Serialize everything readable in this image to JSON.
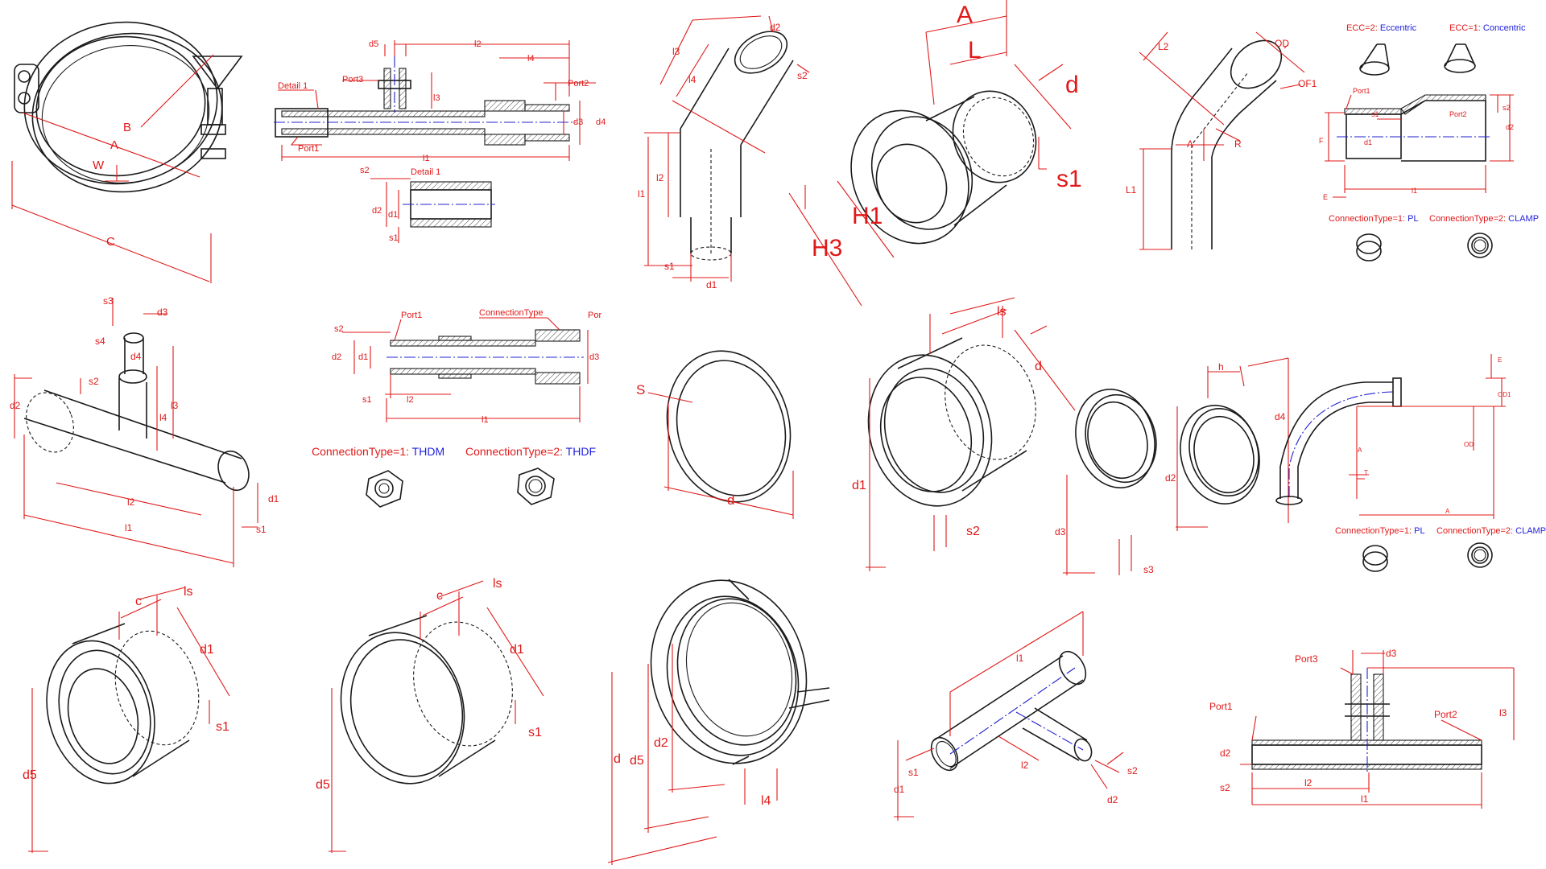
{
  "colors": {
    "line": "#1a1a1a",
    "dimension": "#e01818",
    "value": "#1e1ee0",
    "background": "#ffffff"
  },
  "clamp": {
    "B": "B",
    "A": "A",
    "W": "W",
    "C": "C"
  },
  "pipe_detail": {
    "l2": "l2",
    "d5": "d5",
    "l4": "l4",
    "port3": "Port3",
    "detail1": "Detail 1",
    "port2": "Port2",
    "l3": "l3",
    "d3": "d3",
    "d4": "d4",
    "port1": "Port1",
    "l1": "l1",
    "s2": "s2",
    "detail1_b": "Detail 1",
    "d2": "d2",
    "d1": "d1",
    "s1": "s1"
  },
  "bend_pipe": {
    "d2": "d2",
    "l3": "l3",
    "l4": "l4",
    "s2": "s2",
    "l1": "l1",
    "l2": "l2",
    "s1": "s1",
    "d1": "d1"
  },
  "flange_reducer": {
    "A": "A",
    "L": "L",
    "d": "d",
    "H1": "H1",
    "H3": "H3",
    "s1": "s1"
  },
  "elbow": {
    "L2": "L2",
    "OD": "OD",
    "OF1": "OF1",
    "A": "A",
    "R": "R",
    "L1": "L1"
  },
  "reducer": {
    "ecc2": "ECC=2: ",
    "ecc2_val": "Eccentric",
    "ecc1": "ECC=1: ",
    "ecc1_val": "Concentric",
    "port1": "Port1",
    "s1": "s1",
    "port2": "Port2",
    "s2": "s2",
    "d2": "d2",
    "F": "F",
    "d1": "d1",
    "E": "E",
    "l1": "l1",
    "ct1": "ConnectionType=1: ",
    "ct1_val": "PL",
    "ct2": "ConnectionType=2: ",
    "ct2_val": "CLAMP"
  },
  "tee_branch": {
    "s3": "s3",
    "d3": "d3",
    "s4": "s4",
    "d4": "d4",
    "s2": "s2",
    "d2": "d2",
    "l3": "l3",
    "l4": "l4",
    "l2": "l2",
    "l1": "l1",
    "d1": "d1",
    "s1": "s1"
  },
  "threaded_pipe": {
    "s2": "s2",
    "port1": "Port1",
    "connection_type": "ConnectionType",
    "port": "Por",
    "d2": "d2",
    "d1": "d1",
    "d3": "d3",
    "s1": "s1",
    "l2": "l2",
    "l1": "l1",
    "ct1": "ConnectionType=1: ",
    "ct1_val": "THDM",
    "ct2": "ConnectionType=2: ",
    "ct2_val": "THDF"
  },
  "gasket": {
    "S": "S",
    "d": "d"
  },
  "ferrule_big": {
    "ls": "ls",
    "d": "d",
    "d1": "d1",
    "s2": "s2"
  },
  "cap_pair": {
    "h": "h",
    "d4": "d4",
    "d2": "d2",
    "d3": "d3",
    "s3": "s3"
  },
  "elbow90": {
    "E": "E",
    "OD1": "OD1",
    "OD": "OD",
    "A": "A",
    "T": "T",
    "A2": "A",
    "ct1": "ConnectionType=1: ",
    "ct1_val": "PL",
    "ct2": "ConnectionType=2: ",
    "ct2_val": "CLAMP"
  },
  "ferrule_a": {
    "c": "c",
    "ls": "ls",
    "d1": "d1",
    "s1": "s1",
    "d5": "d5"
  },
  "ferrule_b": {
    "c": "c",
    "ls": "ls",
    "d1": "d1",
    "s1": "s1",
    "d5": "d5"
  },
  "nut": {
    "d": "d",
    "d5": "d5",
    "d2": "d2",
    "l4": "l4"
  },
  "tee_iso": {
    "l1": "l1",
    "s1": "s1",
    "d1": "d1",
    "l2": "l2",
    "s2": "s2",
    "d2": "d2"
  },
  "tee_section": {
    "port3": "Port3",
    "d3": "d3",
    "port1": "Port1",
    "port2": "Port2",
    "l3": "l3",
    "d2": "d2",
    "s2": "s2",
    "l2": "l2",
    "l1": "l1"
  }
}
